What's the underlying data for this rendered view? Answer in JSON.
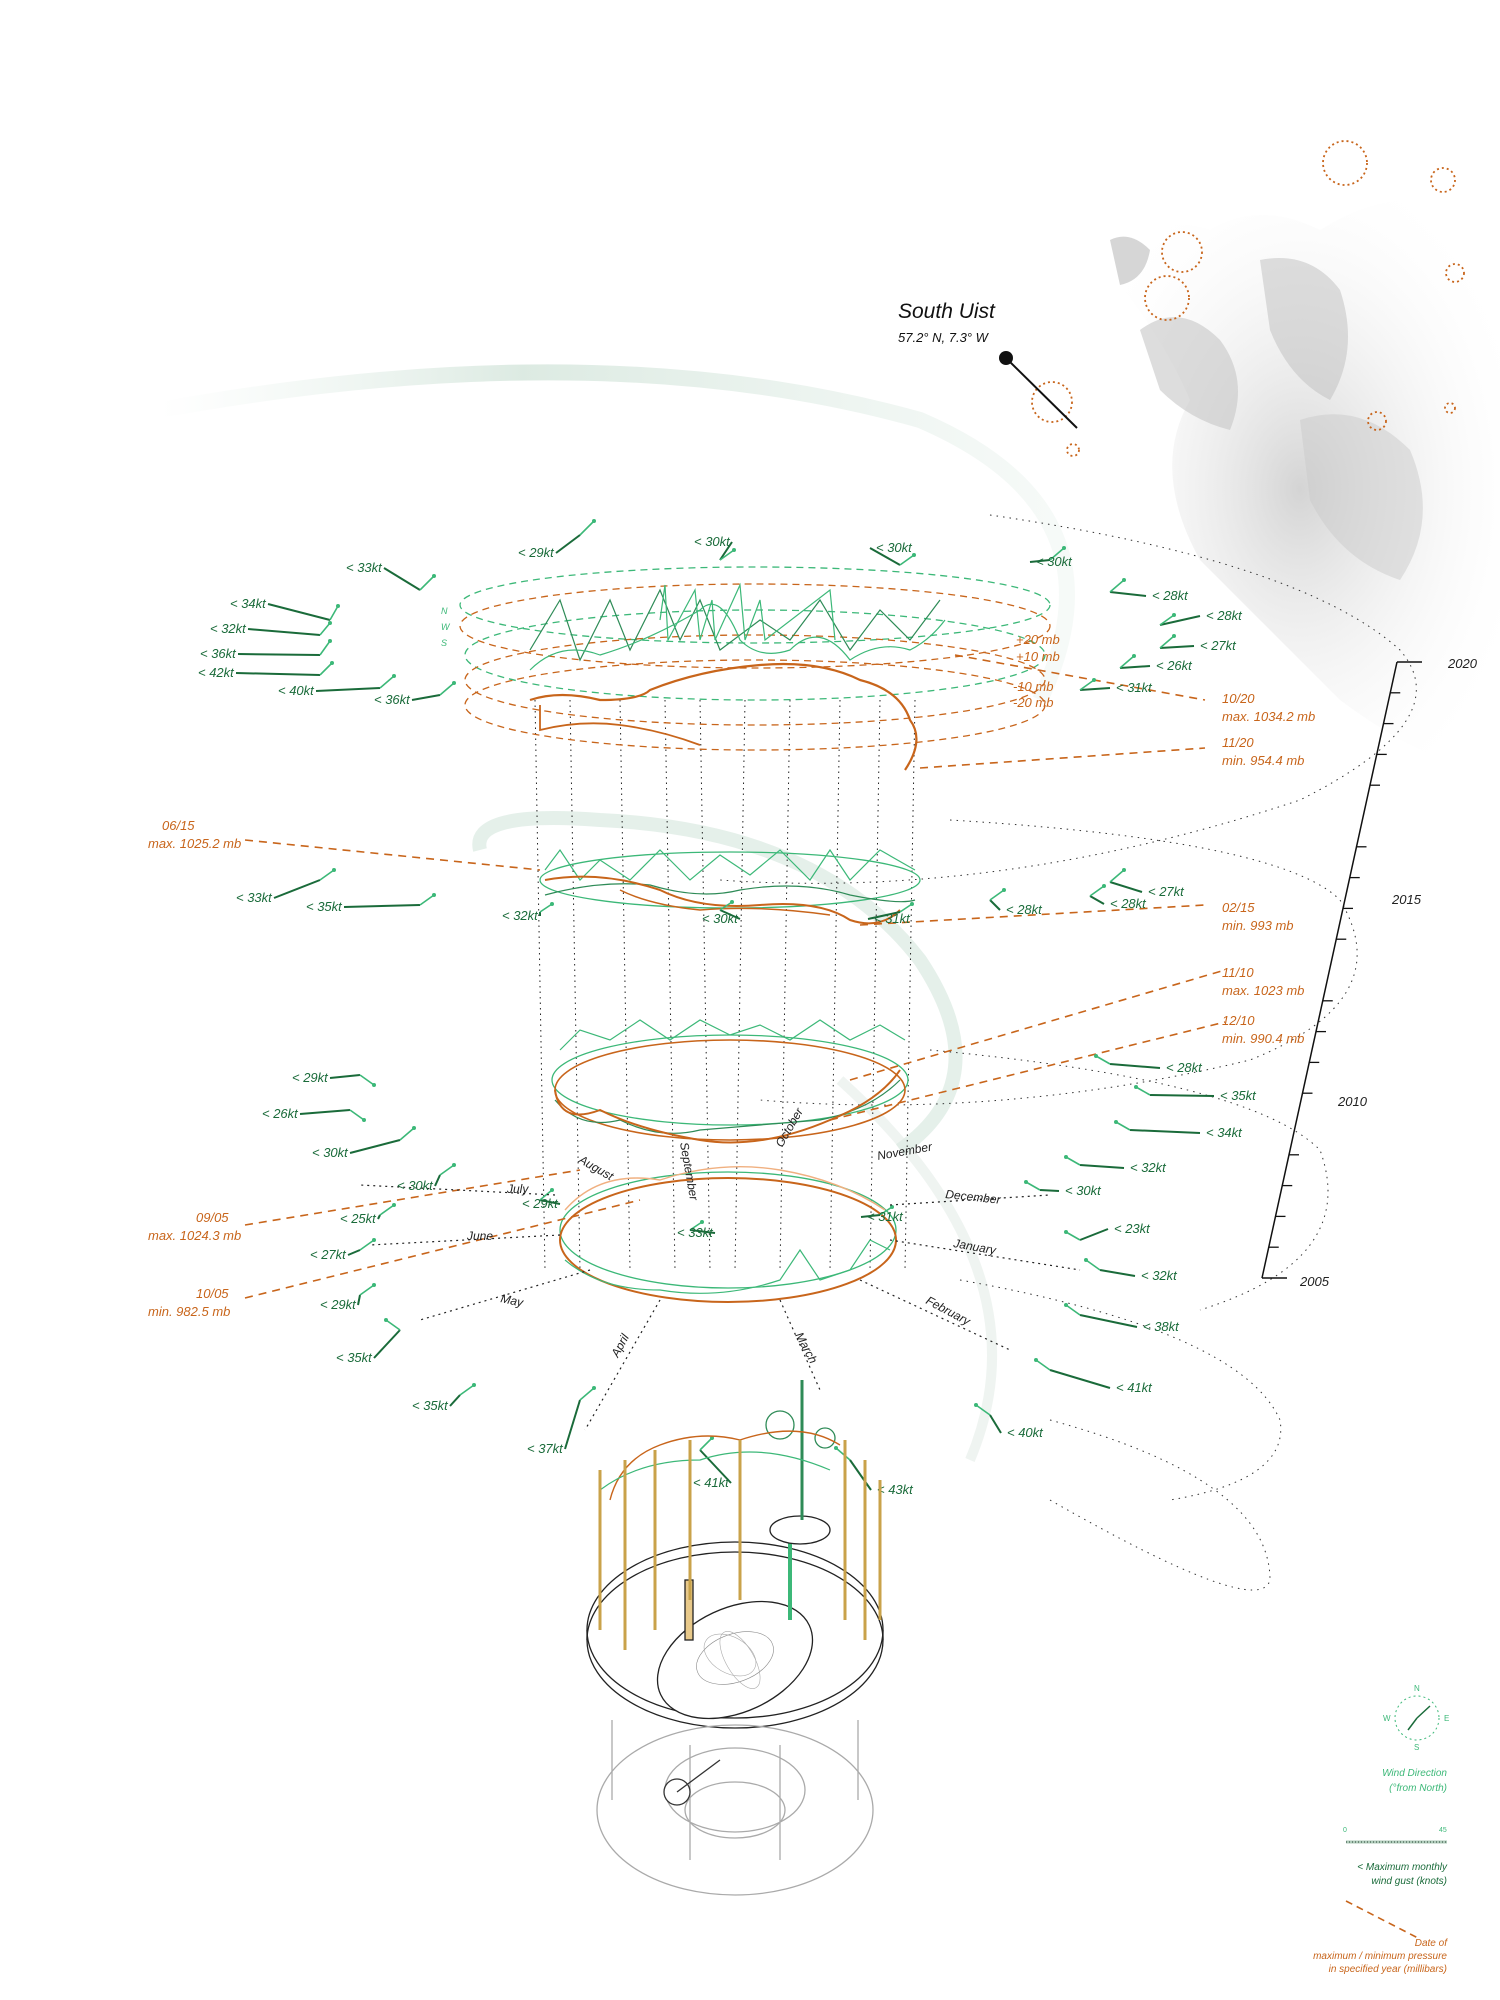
{
  "location": {
    "title": "South Uist",
    "coords": "57.2° N, 7.3° W"
  },
  "years": [
    "2020",
    "2015",
    "2010",
    "2005"
  ],
  "pressure_ring_labels": [
    "+20 mb",
    "+10 mb",
    "-10 mb",
    "-20 mb"
  ],
  "compass_mini": [
    "N",
    "W",
    "S"
  ],
  "pressure_annotations": [
    {
      "date": "10/20",
      "value": "max. 1034.2 mb"
    },
    {
      "date": "11/20",
      "value": "min. 954.4 mb"
    },
    {
      "date": "06/15",
      "value": "max. 1025.2 mb"
    },
    {
      "date": "02/15",
      "value": "min. 993 mb"
    },
    {
      "date": "11/10",
      "value": "max. 1023 mb"
    },
    {
      "date": "12/10",
      "value": "min. 990.4 mb"
    },
    {
      "date": "09/05",
      "value": "max. 1024.3 mb"
    },
    {
      "date": "10/05",
      "value": "min. 982.5 mb"
    }
  ],
  "gusts_2020": [
    "< 29kt",
    "< 30kt",
    "< 30kt",
    "< 33kt",
    "< 30kt",
    "< 34kt",
    "< 32kt",
    "< 36kt",
    "< 42kt",
    "< 40kt",
    "< 36kt",
    "< 28kt",
    "< 28kt",
    "< 27kt",
    "< 26kt",
    "< 31kt"
  ],
  "gusts_2015": [
    "< 33kt",
    "< 35kt",
    "< 32kt",
    "< 30kt",
    "< 31kt",
    "< 28kt",
    "< 28kt",
    "< 27kt"
  ],
  "gusts_2010": [
    "< 29kt",
    "< 26kt",
    "< 30kt",
    "< 28kt",
    "< 35kt",
    "< 34kt",
    "< 32kt",
    "< 30kt"
  ],
  "gusts_2005": [
    "< 30kt",
    "< 29kt",
    "< 25kt",
    "< 27kt",
    "< 29kt",
    "< 35kt",
    "< 35kt",
    "< 37kt",
    "< 41kt",
    "< 43kt",
    "< 40kt",
    "< 41kt",
    "< 38kt",
    "< 32kt",
    "< 23kt",
    "< 33kt",
    "< 31kt"
  ],
  "months": [
    "May",
    "April",
    "March",
    "February",
    "January",
    "December",
    "November",
    "July",
    "June",
    "October",
    "September",
    "August"
  ],
  "legend": {
    "compass": [
      "N",
      "W",
      "E",
      "S"
    ],
    "wind_direction": "Wind Direction",
    "wind_direction_sub": "(°from North)",
    "scale_min": "0",
    "scale_max": "45",
    "gust_title": "< Maximum monthly",
    "gust_sub": "wind gust (knots)",
    "pressure_title": "Date of",
    "pressure_sub1": "maximum / minimum pressure",
    "pressure_sub2": "in specified year (millibars)"
  },
  "colors": {
    "gust": "#1a6b3a",
    "arrow": "#3cb878",
    "pressure": "#c8651b",
    "trace": "#2e8b57"
  }
}
